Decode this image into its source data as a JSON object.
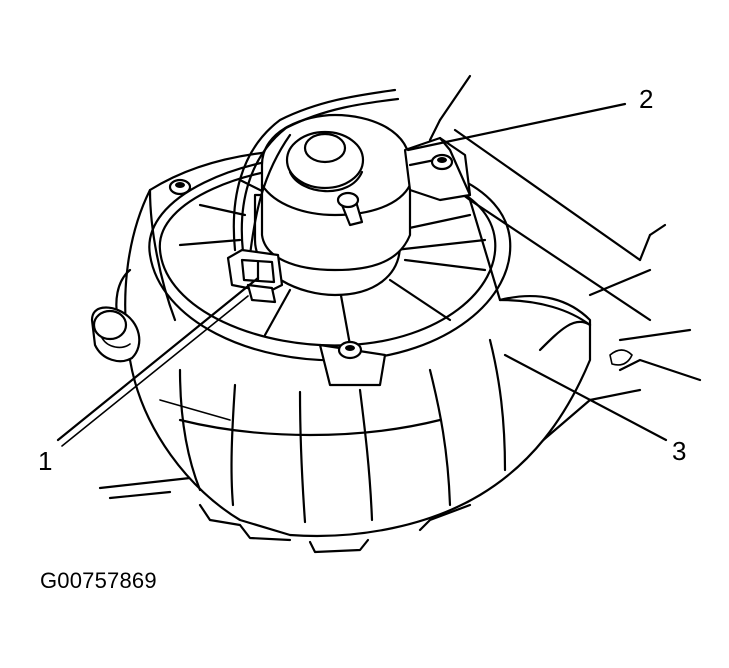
{
  "callouts": [
    {
      "label": "1",
      "name": "connector"
    },
    {
      "label": "2",
      "name": "blower-motor"
    },
    {
      "label": "3",
      "name": "blower-housing"
    }
  ],
  "figure_id": "G00757869"
}
